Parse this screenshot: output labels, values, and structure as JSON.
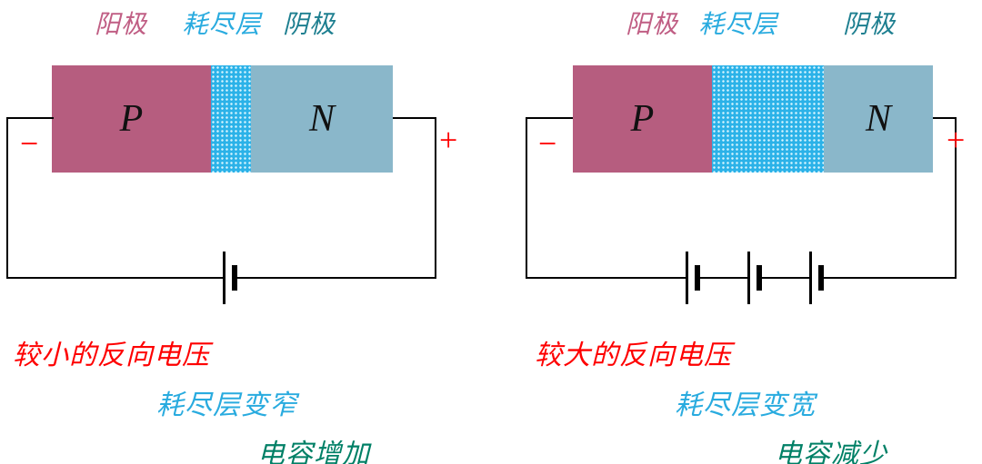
{
  "colors": {
    "p_region": "#b65d7f",
    "depletion_region": "#2bb2e8",
    "n_region": "#8ab7ca",
    "anode_text": "#c05e84",
    "depletion_text": "#29abdf",
    "cathode_text": "#1e7f90",
    "voltage_text": "#fe0000",
    "capacitance_text": "#008066",
    "wire": "#000000"
  },
  "left": {
    "anode_label": "阳极",
    "depletion_label": "耗尽层",
    "cathode_label": "阴极",
    "p_label": "P",
    "n_label": "N",
    "minus_sign": "−",
    "plus_sign": "+",
    "battery_cells": 1,
    "caption_voltage": "较小的反向电压",
    "caption_depletion": "耗尽层变窄",
    "caption_capacitance": "电容增加"
  },
  "right": {
    "anode_label": "阳极",
    "depletion_label": "耗尽层",
    "cathode_label": "阴极",
    "p_label": "P",
    "n_label": "N",
    "minus_sign": "−",
    "plus_sign": "+",
    "battery_cells": 3,
    "caption_voltage": "较大的反向电压",
    "caption_depletion": "耗尽层变宽",
    "caption_capacitance": "电容减少"
  }
}
